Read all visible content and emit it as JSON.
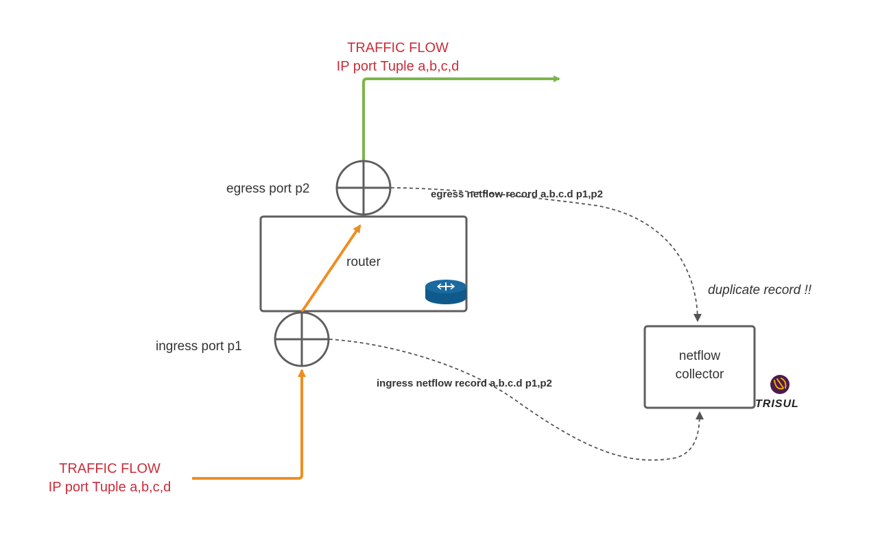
{
  "top_flow": {
    "title": "TRAFFIC FLOW",
    "tuple": "IP port Tuple a,b,c,d"
  },
  "bottom_flow": {
    "title": "TRAFFIC FLOW",
    "tuple": "IP port Tuple a,b,c,d"
  },
  "egress_port_label": "egress port p2",
  "ingress_port_label": "ingress port p1",
  "router_label": "router",
  "egress_record_label": "egress netflow  record a.b.c.d p1,p2",
  "ingress_record_label": "ingress netflow record a.b.c.d p1,p2",
  "duplicate_label": "duplicate record !!",
  "collector": {
    "line1": "netflow",
    "line2": "collector"
  },
  "logo_text": "TRISUL",
  "icons": {
    "router": "router-icon",
    "port": "port-crosshair-icon",
    "logo": "trisul-logo-icon"
  },
  "colors": {
    "egress_flow": "#7ab648",
    "ingress_flow": "#ef8d22",
    "flow_label": "#c92d39",
    "outline": "#5e5e5e",
    "router_icon": "#1a6aa0",
    "logo_circle": "#4b1c4e",
    "logo_mark": "#f2a900"
  }
}
